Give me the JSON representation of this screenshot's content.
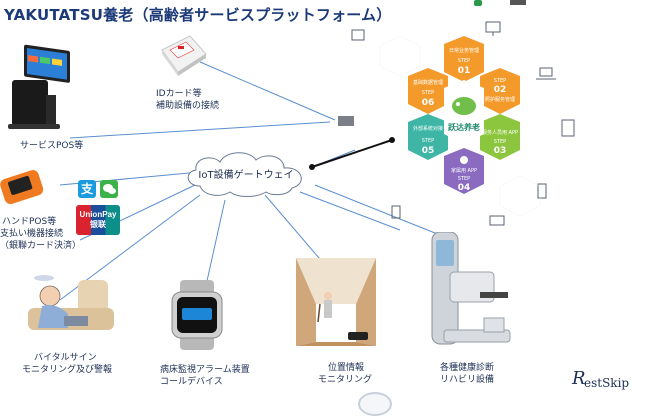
{
  "title": "YAKUTATSU養老（高齢者サービスプラットフォーム）",
  "gateway": "IoT設備ゲートウェイ",
  "devices": {
    "pos": "サービスPOS等",
    "idcard_line1": "IDカード等",
    "idcard_line2": "補助設備の接続",
    "handpos_line1": "ハンドPOS等",
    "handpos_line2": "支払い機器接続",
    "handpos_line3": "（銀聯カード決済）",
    "vital_line1": "バイタルサイン",
    "vital_line2": "モニタリング及び警報",
    "watch_line1": "病床監視アラーム装置",
    "watch_line2": "コールデバイス",
    "position_line1": "位置情報",
    "position_line2": "モニタリング",
    "health_line1": "各種健康診断",
    "health_line2": "リハビリ設備"
  },
  "payments": {
    "unionpay_line1": "UnionPay",
    "unionpay_line2": "银联",
    "alipay_glyph": "支"
  },
  "platform": {
    "center_label": "跃达养老",
    "steps": [
      {
        "step": "STEP",
        "num": "01",
        "text": "日常业务管理"
      },
      {
        "step": "STEP",
        "num": "02",
        "text": "照护服务管理"
      },
      {
        "step": "STEP",
        "num": "03",
        "text": "服务人员用 APP"
      },
      {
        "step": "STEP",
        "num": "04",
        "text": "家属用 APP"
      },
      {
        "step": "STEP",
        "num": "05",
        "text": "外部系统对接"
      },
      {
        "step": "STEP",
        "num": "06",
        "text": "基础数据管理"
      }
    ]
  },
  "brand": {
    "initial": "R",
    "name": "estSkip"
  },
  "colors": {
    "title": "#1c3a78",
    "hex_orange": "#f39a2b",
    "hex_green": "#8cc63e",
    "hex_teal": "#3fb5a6",
    "hex_purple": "#8a6bbf",
    "line_blue": "#5a8fd0"
  }
}
